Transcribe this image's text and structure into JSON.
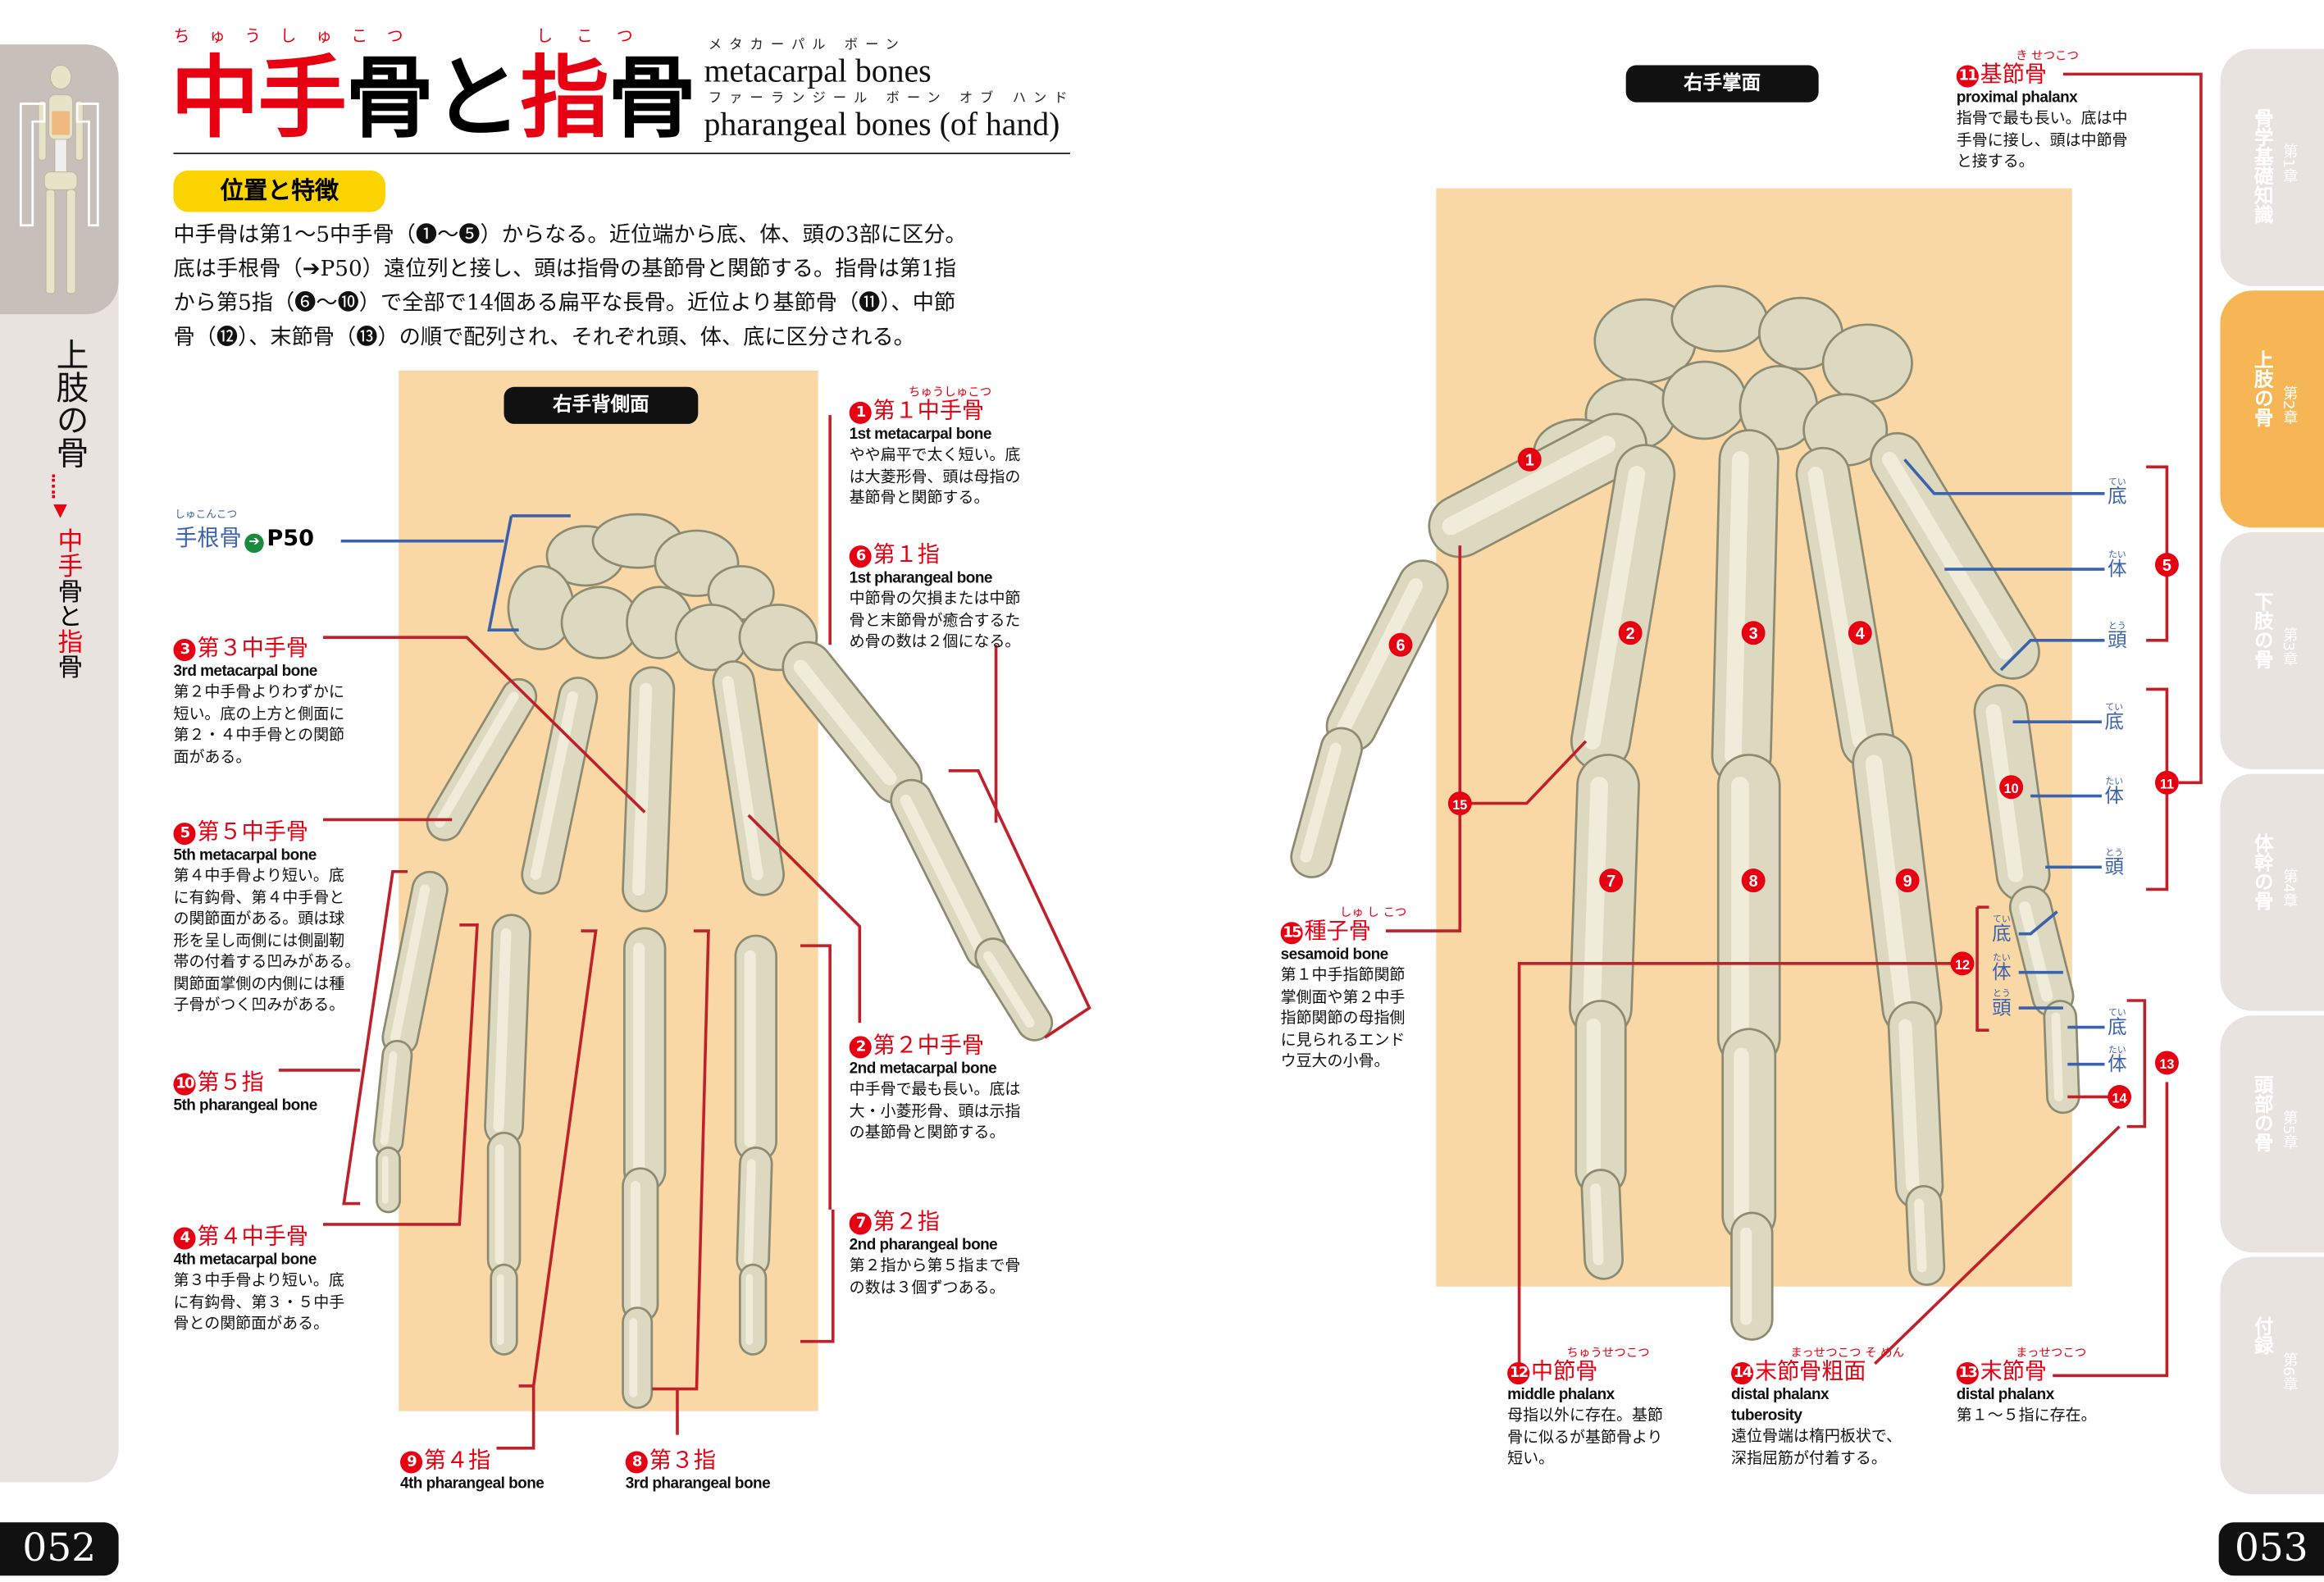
{
  "title": {
    "ruby_1": "ちゅうしゅこつ",
    "ruby_2": "しこつ",
    "part1": "中手",
    "part2": "骨と",
    "part3": "指",
    "part4": "骨",
    "en1_kana": "メタカーパル ボーン",
    "en1": "metacarpal bones",
    "en2_kana": "ファーランジール ボーン オブ ハンド",
    "en2": "pharangeal bones (of hand)"
  },
  "sidebar_left": {
    "chapter": "上肢の骨",
    "arrow": "▼",
    "topic_red1": "中手",
    "topic_black1": "骨と",
    "topic_red2": "指",
    "topic_black2": "骨"
  },
  "section": {
    "label": "位置と特徴",
    "lines": [
      "中手骨は第1～5中手骨（❶～❺）からなる。近位端から底、体、頭の3部に区分。",
      "底は手根骨（➔P50）遠位列と接し、頭は指骨の基節骨と関節する。指骨は第1指",
      "から第5指（❻～❿）で全部で14個ある扁平な長骨。近位より基節骨（⓫）、中節",
      "骨（⓬）、末節骨（⓭）の順で配列され、それぞれ頭、体、底に区分される。"
    ]
  },
  "left_figure": {
    "caption": "右手背側面",
    "carpal_ref": {
      "ruby": "しゅこんこつ",
      "label": "手根骨",
      "ref": "P50"
    }
  },
  "right_figure": {
    "caption": "右手掌面"
  },
  "labels": [
    {
      "id": "l1",
      "num": "1",
      "ruby": "ちゅうしゅこつ",
      "jp": "第１中手骨",
      "en": [
        "1st metacarpal bone"
      ],
      "desc": [
        "やや扁平で太く短い。底",
        "は大菱形骨、頭は母指の",
        "基節骨と関節する。"
      ]
    },
    {
      "id": "l6",
      "num": "6",
      "ruby": "",
      "jp": "第１指",
      "en": [
        "1st pharangeal bone"
      ],
      "desc": [
        "中節骨の欠損または中節",
        "骨と末節骨が癒合するた",
        "め骨の数は２個になる。"
      ]
    },
    {
      "id": "l3",
      "num": "3",
      "ruby": "",
      "jp": "第３中手骨",
      "en": [
        "3rd metacarpal bone"
      ],
      "desc": [
        "第２中手骨よりわずかに",
        "短い。底の上方と側面に",
        "第２・４中手骨との関節",
        "面がある。"
      ]
    },
    {
      "id": "l5",
      "num": "5",
      "ruby": "",
      "jp": "第５中手骨",
      "en": [
        "5th metacarpal bone"
      ],
      "desc": [
        "第４中手骨より短い。底",
        "に有鈎骨、第４中手骨と",
        "の関節面がある。頭は球",
        "形を呈し両側には側副靭",
        "帯の付着する凹みがある。",
        "関節面掌側の内側には種",
        "子骨がつく凹みがある。"
      ]
    },
    {
      "id": "l10",
      "num": "10",
      "ruby": "",
      "jp": "第５指",
      "en": [
        "5th pharangeal bone"
      ],
      "desc": []
    },
    {
      "id": "l4",
      "num": "4",
      "ruby": "",
      "jp": "第４中手骨",
      "en": [
        "4th metacarpal bone"
      ],
      "desc": [
        "第３中手骨より短い。底",
        "に有鈎骨、第３・５中手",
        "骨との関節面がある。"
      ]
    },
    {
      "id": "l9",
      "num": "9",
      "ruby": "",
      "jp": "第４指",
      "en": [
        "4th pharangeal bone"
      ],
      "desc": []
    },
    {
      "id": "l8",
      "num": "8",
      "ruby": "",
      "jp": "第３指",
      "en": [
        "3rd pharangeal bone"
      ],
      "desc": []
    },
    {
      "id": "l2",
      "num": "2",
      "ruby": "",
      "jp": "第２中手骨",
      "en": [
        "2nd metacarpal bone"
      ],
      "desc": [
        "中手骨で最も長い。底は",
        "大・小菱形骨、頭は示指",
        "の基節骨と関節する。"
      ]
    },
    {
      "id": "l7",
      "num": "7",
      "ruby": "",
      "jp": "第２指",
      "en": [
        "2nd pharangeal bone"
      ],
      "desc": [
        "第２指から第５指まで骨",
        "の数は３個ずつある。"
      ]
    },
    {
      "id": "l11",
      "num": "11",
      "ruby": "き せつこつ",
      "jp": "基節骨",
      "en": [
        "proximal phalanx"
      ],
      "desc": [
        "指骨で最も長い。底は中",
        "手骨に接し、頭は中節骨",
        "と接する。"
      ]
    },
    {
      "id": "l15",
      "num": "15",
      "ruby": "しゅ し こつ",
      "jp": "種子骨",
      "en": [
        "sesamoid bone"
      ],
      "desc": [
        "第１中手指節関節",
        "掌側面や第２中手",
        "指節関節の母指側",
        "に見られるエンド",
        "ウ豆大の小骨。"
      ]
    },
    {
      "id": "l12",
      "num": "12",
      "ruby": "ちゅうせつこつ",
      "jp": "中節骨",
      "en": [
        "middle phalanx"
      ],
      "desc": [
        "母指以外に存在。基節",
        "骨に似るが基節骨より",
        "短い。"
      ]
    },
    {
      "id": "l14",
      "num": "14",
      "ruby": "まっせつこつ そ めん",
      "jp": "末節骨粗面",
      "en": [
        "distal phalanx",
        "tuberosity"
      ],
      "desc": [
        "遠位骨端は楕円板状で、",
        "深指屈筋が付着する。"
      ]
    },
    {
      "id": "l13",
      "num": "13",
      "ruby": "まっせつこつ",
      "jp": "末節骨",
      "en": [
        "distal phalanx"
      ],
      "desc": [
        "第１～５指に存在。"
      ]
    }
  ],
  "parts": {
    "base": {
      "ruby": "てい",
      "jp": "底"
    },
    "body": {
      "ruby": "たい",
      "jp": "体"
    },
    "head": {
      "ruby": "とう",
      "jp": "頭"
    }
  },
  "figure_badges_left": [],
  "figure_badges_right": [
    "1",
    "2",
    "3",
    "4",
    "6",
    "7",
    "8",
    "9",
    "10",
    "15",
    "12",
    "14",
    "5",
    "11",
    "13"
  ],
  "chapter_tabs": [
    {
      "chapter": "第1章",
      "name": "骨学基礎知識",
      "active": false
    },
    {
      "chapter": "第2章",
      "name": "上肢の骨",
      "active": true
    },
    {
      "chapter": "第3章",
      "name": "下肢の骨",
      "active": false
    },
    {
      "chapter": "第4章",
      "name": "体幹の骨",
      "active": false
    },
    {
      "chapter": "第5章",
      "name": "頭部の骨",
      "active": false
    },
    {
      "chapter": "第6章",
      "name": "付録",
      "active": false
    }
  ],
  "page_numbers": {
    "left": "052",
    "right": "053"
  },
  "colors": {
    "accent_red": "#e60012",
    "leader_red": "#c0202a",
    "leader_blue": "#3b62ad",
    "beige": "#fad8a6",
    "tab_active": "#f7b656",
    "bone": "#dcd9c0"
  }
}
